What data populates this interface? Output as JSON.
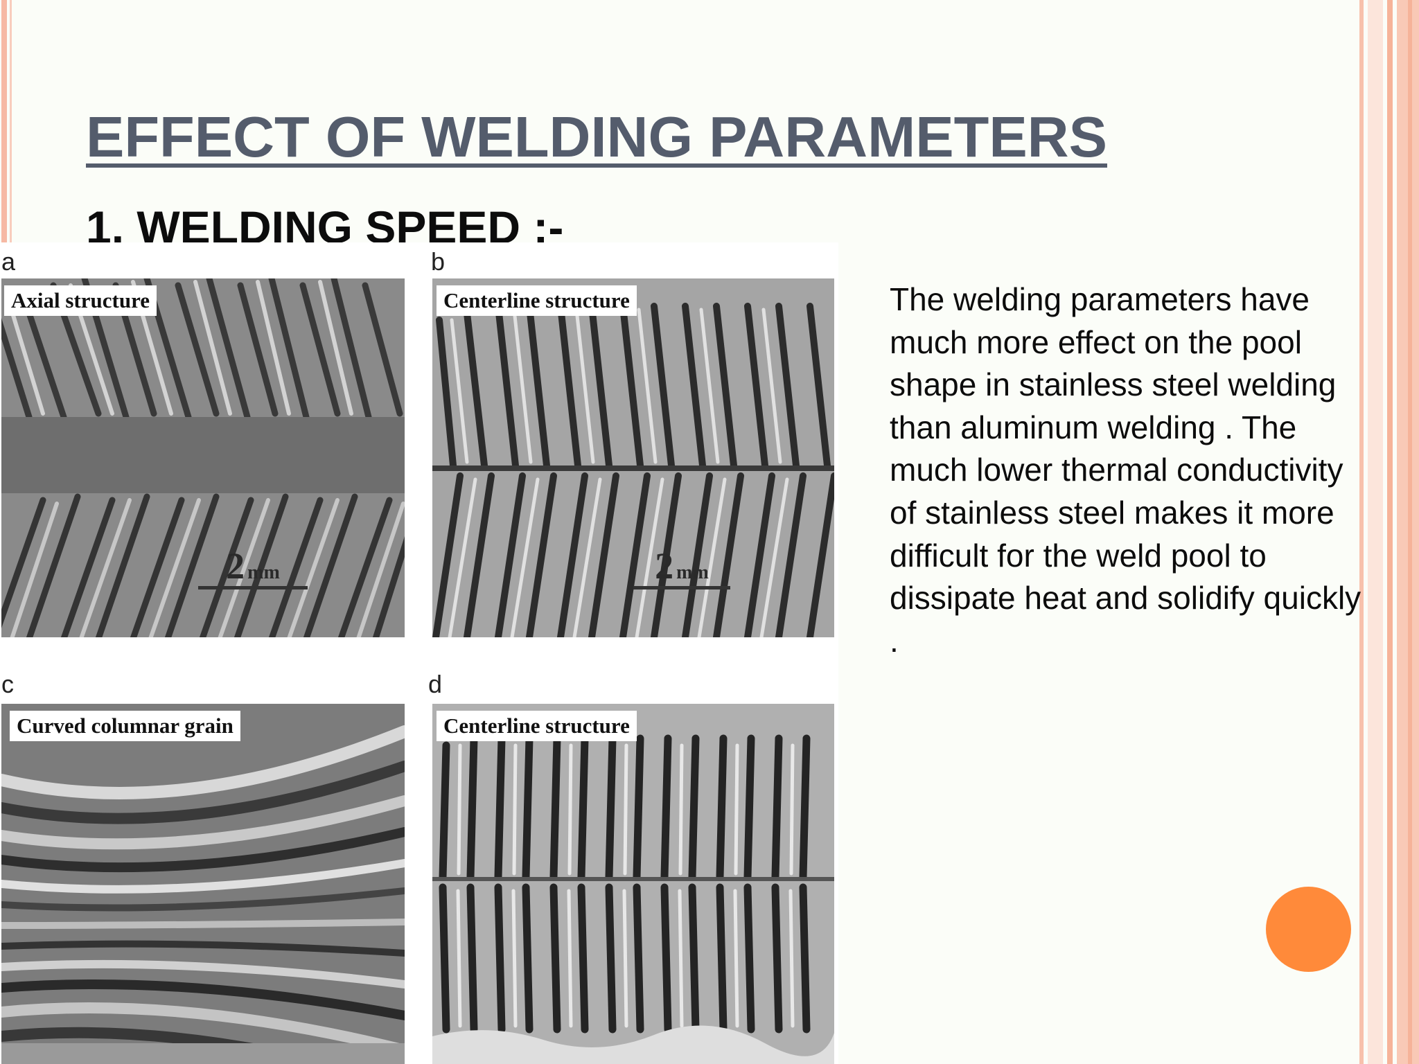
{
  "slide": {
    "title": "EFFECT OF WELDING PARAMETERS",
    "subtitle": "1. WELDING SPEED :-",
    "body": "The welding parameters have much more effect on the pool shape in stainless steel welding than aluminum welding . The much lower thermal conductivity of stainless steel makes it more difficult for the weld pool to dissipate heat and solidify quickly .",
    "accent_color": "#ff8a3a"
  },
  "figure": {
    "panels": [
      {
        "letter": "a",
        "caption": "Axial structure",
        "scale_value": "2",
        "scale_unit": "mm"
      },
      {
        "letter": "b",
        "caption": "Centerline structure",
        "scale_value": "2",
        "scale_unit": "mm"
      },
      {
        "letter": "c",
        "caption": "Curved columnar grain"
      },
      {
        "letter": "d",
        "caption": "Centerline structure"
      }
    ]
  }
}
